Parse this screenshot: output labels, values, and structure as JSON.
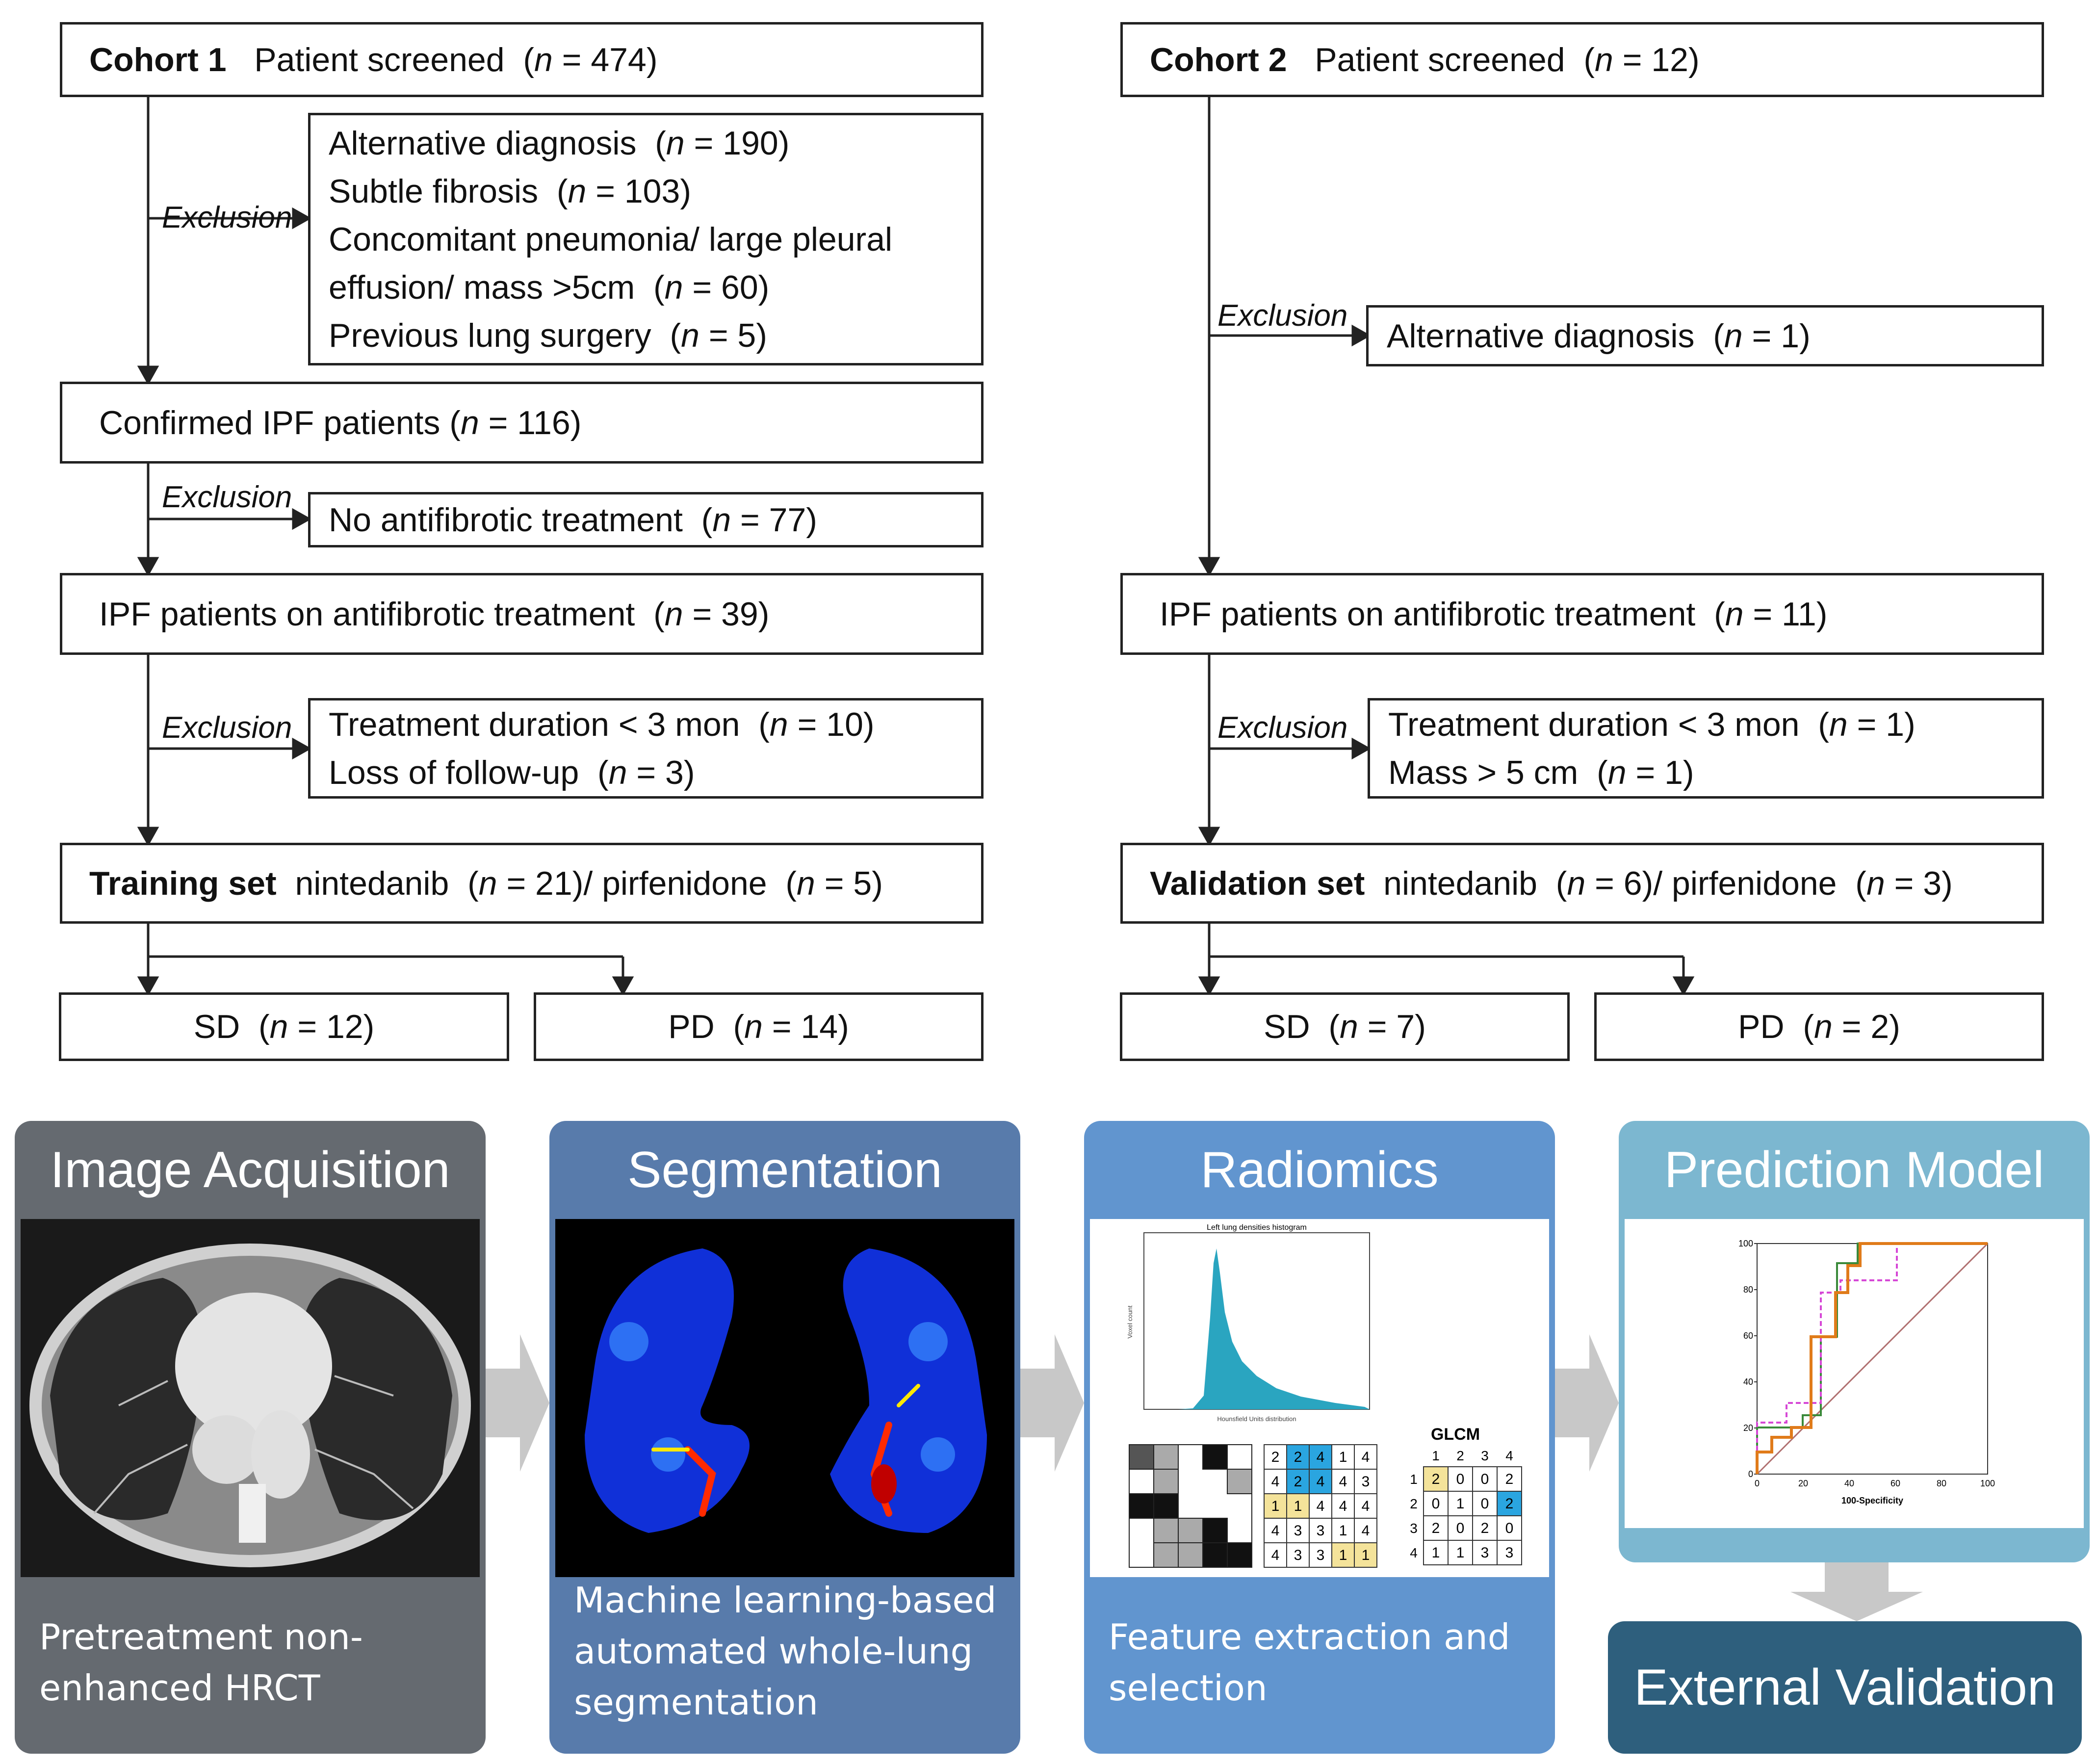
{
  "cohort1": {
    "screened": {
      "bold": "Cohort 1",
      "pre": "Patient screened",
      "count": "474"
    },
    "exclusion_label": "Exclusion",
    "exclusions1": [
      {
        "pre": "Alternative diagnosis",
        "count": "190"
      },
      {
        "pre": "Subtle fibrosis",
        "count": "103"
      },
      {
        "line1": "Concomitant pneumonia/ large pleural",
        "pre": "effusion/ mass >5cm",
        "count": "60"
      },
      {
        "pre": "Previous lung surgery",
        "count": "5"
      }
    ],
    "confirmed": {
      "pre": "Confirmed IPF patients",
      "count": "116"
    },
    "exclusions2": [
      {
        "pre": "No antifibrotic treatment",
        "count": "77"
      }
    ],
    "on_treatment": {
      "pre": "IPF patients on antifibrotic treatment",
      "count": "39"
    },
    "exclusions3": [
      {
        "pre": "Treatment duration < 3 mon",
        "count": "10"
      },
      {
        "pre": "Loss of follow-up",
        "count": "3"
      }
    ],
    "set": {
      "bold": "Training set",
      "pre": "nintedanib",
      "count": "21",
      "mid": ")/ pirfenidone",
      "count2": "5"
    },
    "sd": {
      "pre": "SD",
      "count": "12"
    },
    "pd": {
      "pre": "PD",
      "count": "14"
    }
  },
  "cohort2": {
    "screened": {
      "bold": "Cohort 2",
      "pre": "Patient screened",
      "count": "12"
    },
    "exclusion_label": "Exclusion",
    "exclusions1": [
      {
        "pre": "Alternative diagnosis",
        "count": "1"
      }
    ],
    "on_treatment": {
      "pre": "IPF patients on antifibrotic treatment",
      "count": "11"
    },
    "exclusions3": [
      {
        "pre": "Treatment duration < 3 mon",
        "count": "1"
      },
      {
        "pre": "Mass > 5 cm",
        "count": "1"
      }
    ],
    "set": {
      "bold": "Validation set",
      "pre": "nintedanib",
      "count": "6",
      "mid": ")/ pirfenidone",
      "count2": "3"
    },
    "sd": {
      "pre": "SD",
      "count": "7"
    },
    "pd": {
      "pre": "PD",
      "count": "2"
    }
  },
  "n_symbol": "n",
  "pipeline": [
    {
      "title": "Image Acquisition",
      "desc": [
        "Pretreatment non-",
        "enhanced HRCT"
      ],
      "color": "#656a70"
    },
    {
      "title": "Segmentation",
      "desc": [
        "Machine learning-based",
        "automated whole-lung",
        "segmentation"
      ],
      "color": "#587bab"
    },
    {
      "title": "Radiomics",
      "desc": [
        "Feature extraction and",
        "selection"
      ],
      "color": "#6195cf"
    },
    {
      "title": "Prediction Model",
      "color": "#7cb7d0"
    }
  ],
  "external_validation": "External Validation",
  "radiomics_panel": {
    "histogram_title": "Left lung densities histogram",
    "histogram_xlabel": "Hounsfield Units distribution",
    "histogram_ylabel": "Voxel count",
    "glcm_label": "GLCM",
    "glcm_header": [
      "1",
      "2",
      "3",
      "4"
    ],
    "image_matrix": [
      [
        "2",
        "2",
        "4",
        "1",
        "4"
      ],
      [
        "4",
        "2",
        "4",
        "4",
        "3"
      ],
      [
        "1",
        "1",
        "4",
        "4",
        "4"
      ],
      [
        "4",
        "3",
        "3",
        "1",
        "4"
      ],
      [
        "4",
        "3",
        "3",
        "1",
        "1"
      ]
    ],
    "glcm_matrix": [
      [
        "2",
        "0",
        "0",
        "2"
      ],
      [
        "0",
        "1",
        "0",
        "2"
      ],
      [
        "2",
        "0",
        "2",
        "0"
      ],
      [
        "1",
        "1",
        "3",
        "3"
      ]
    ]
  },
  "roc_chart": {
    "xlabel": "100-Specificity",
    "ticks": [
      "0",
      "20",
      "40",
      "60",
      "80",
      "100"
    ],
    "colors": {
      "orange": "#e07b1a",
      "green": "#3a8a3a",
      "magenta": "#d648d6",
      "diagonal": "#b07070"
    }
  }
}
